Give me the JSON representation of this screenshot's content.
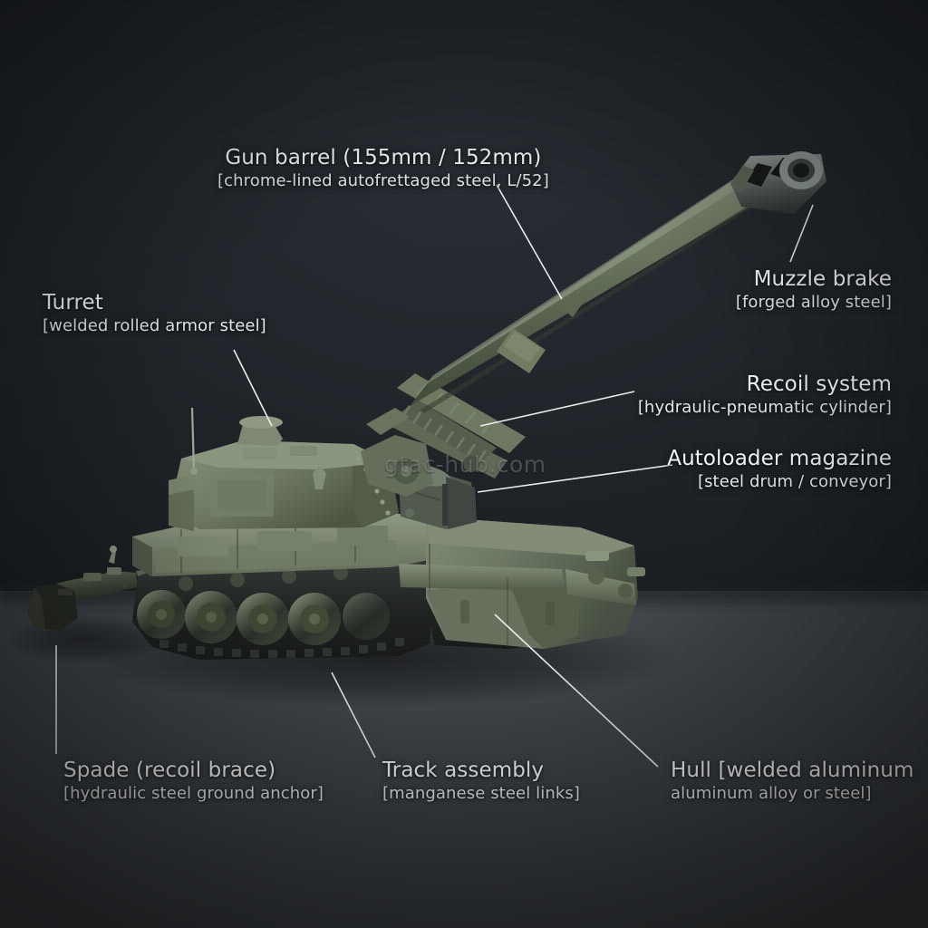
{
  "scene": {
    "subject": "self-propelled howitzer",
    "watermark": "gtac-hub.com",
    "background_color": "#14181c",
    "floor_color": "#383d42",
    "vehicle_color": "#6a7564",
    "label_color": "#f4f6f7",
    "leader_color": "#f2f4f6"
  },
  "annotations": [
    {
      "id": "gun-barrel",
      "title": "Gun barrel (155mm / 152mm)",
      "material": "[chrome-lined autofrettaged steel, L/52]",
      "align": "center"
    },
    {
      "id": "muzzle-brake",
      "title": "Muzzle brake",
      "material": "[forged alloy steel]",
      "align": "right"
    },
    {
      "id": "recoil-system",
      "title": "Recoil system",
      "material": "[hydraulic-pneumatic cylinder]",
      "align": "right"
    },
    {
      "id": "autoloader-magazine",
      "title": "Autoloader magazine",
      "material": "[steel drum / conveyor]",
      "align": "right"
    },
    {
      "id": "turret",
      "title": "Turret",
      "material": "[welded rolled armor steel]",
      "align": "left"
    },
    {
      "id": "spade-recoil-brace",
      "title": "Spade (recoil brace)",
      "material": "[hydraulic steel ground anchor]",
      "align": "left"
    },
    {
      "id": "track-assembly",
      "title": "Track assembly",
      "material": "[manganese steel links]",
      "align": "left"
    },
    {
      "id": "hull",
      "title": "Hull [welded aluminum",
      "material": "aluminum alloy or steel]",
      "align": "left"
    }
  ]
}
